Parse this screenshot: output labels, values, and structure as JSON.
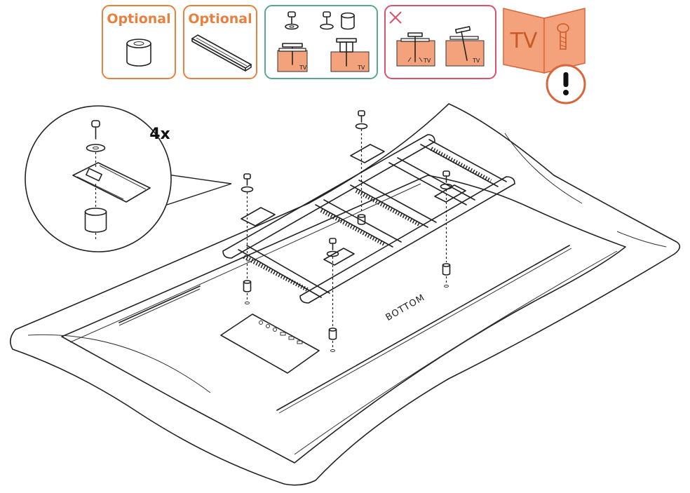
{
  "panels": {
    "optional_spacer": {
      "label": "Optional"
    },
    "optional_rail": {
      "label": "Optional"
    },
    "correct_fastening": {
      "tv_left": "TV",
      "tv_right": "TV"
    },
    "wrong_fastening": {
      "tv_left": "TV",
      "tv_right": "TV"
    },
    "tv_manual_note": {
      "label": "TV"
    }
  },
  "detail": {
    "count": "4x"
  },
  "tv": {
    "bottom_label": "BOTTOM"
  },
  "colors": {
    "orange": "#e8803f",
    "salmon": "#f4a27c",
    "green_border": "#5aa88f",
    "red_border": "#d9536c",
    "dark_orange": "#d9663a"
  },
  "icons": [
    "spacer-icon",
    "rail-icon",
    "screw-icon",
    "washer-icon",
    "warning-icon",
    "x-mark-icon"
  ]
}
